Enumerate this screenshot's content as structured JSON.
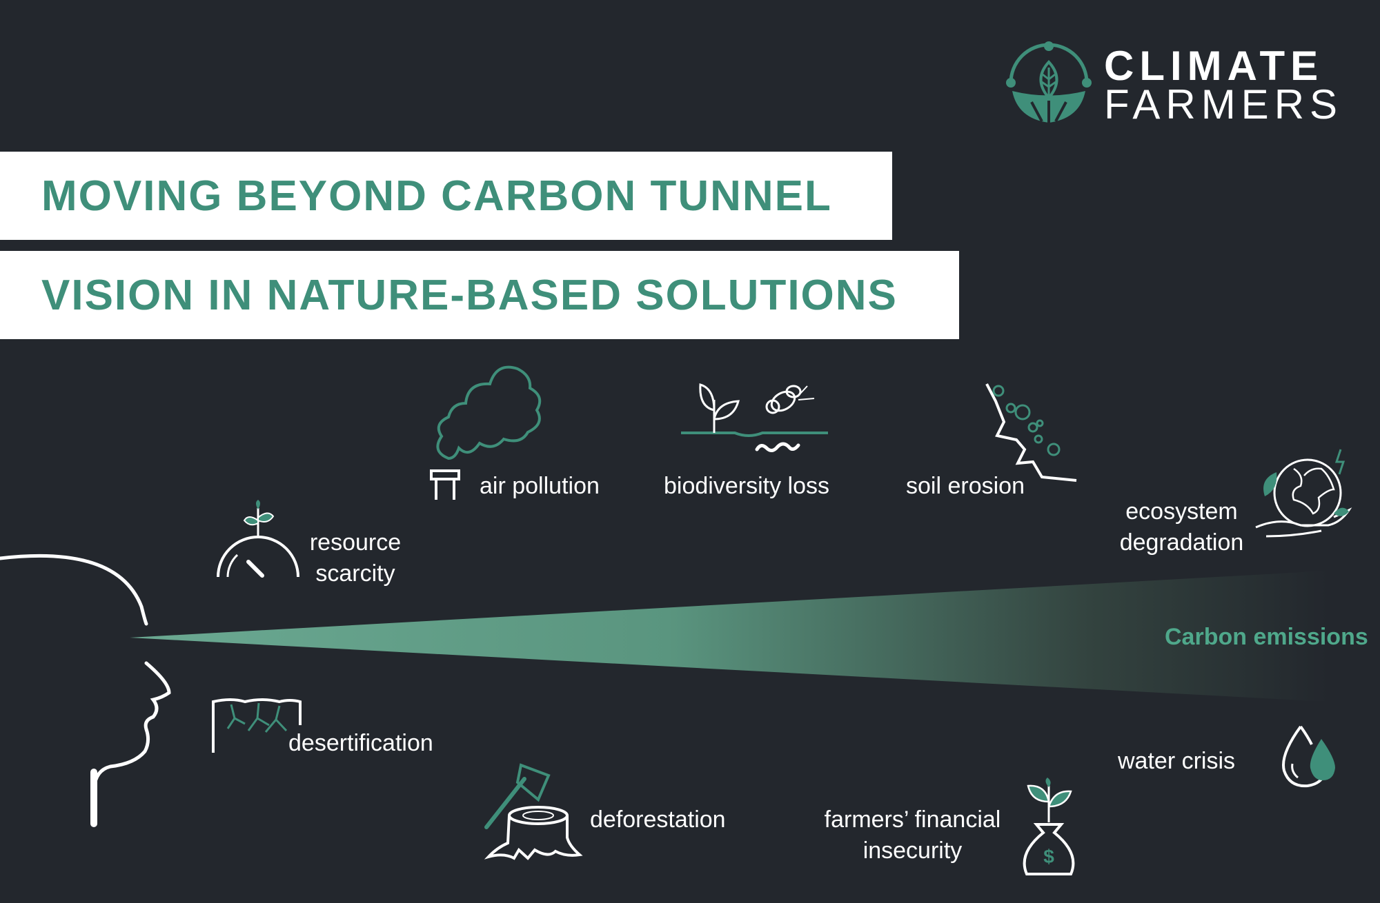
{
  "brand": {
    "line1": "CLIMATE",
    "line2": "FARMERS",
    "accent_color": "#3f8f7a",
    "background_color": "#23272d"
  },
  "title": {
    "line1": "MOVING BEYOND CARBON TUNNEL",
    "line2": "VISION IN NATURE-BASED SOLUTIONS"
  },
  "tunnel": {
    "label": "Carbon emissions",
    "icon": "head-profile-icon"
  },
  "issues": {
    "resource_scarcity": {
      "line1": "resource",
      "line2": "scarcity",
      "icon": "gauge-sprout-icon"
    },
    "air_pollution": {
      "label": "air pollution",
      "icon": "smokestack-cloud-icon"
    },
    "biodiversity_loss": {
      "label": "biodiversity loss",
      "icon": "plant-bee-worm-icon"
    },
    "soil_erosion": {
      "label": "soil erosion",
      "icon": "eroding-slope-icon"
    },
    "ecosystem_degradation": {
      "line1": "ecosystem",
      "line2": "degradation",
      "icon": "globe-hand-icon"
    },
    "desertification": {
      "label": "desertification",
      "icon": "dry-roots-icon"
    },
    "deforestation": {
      "label": "deforestation",
      "icon": "axe-stump-icon"
    },
    "financial_insecurity": {
      "line1": "farmers’ financial",
      "line2": "insecurity",
      "icon": "money-bag-sprout-icon"
    },
    "water_crisis": {
      "label": "water crisis",
      "icon": "water-drops-icon"
    }
  }
}
